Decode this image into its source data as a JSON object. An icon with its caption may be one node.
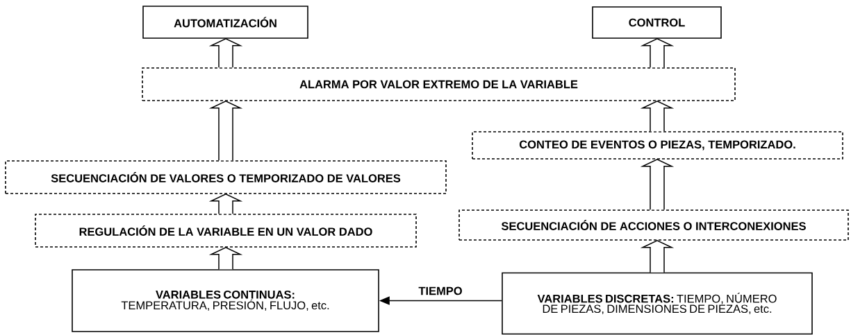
{
  "diagram": {
    "nodes": [
      {
        "text": [
          "AUTOMATIZACIÓN"
        ]
      },
      {
        "text": [
          "CONTROL"
        ]
      },
      {
        "text": [
          "ALARMA POR VALOR EXTREMO DE LA VARIABLE"
        ]
      },
      {
        "text": [
          "CONTEO DE EVENTOS O PIEZAS, TEMPORIZADO."
        ]
      },
      {
        "text": [
          "SECUENCIACIÓN DE VALORES O TEMPORIZADO DE VALORES"
        ]
      },
      {
        "text": [
          "REGULACIÓN DE LA VARIABLE EN UN VALOR DADO"
        ]
      },
      {
        "text": [
          "SECUENCIACIÓN DE ACCIONES O INTERCONEXIONES"
        ]
      },
      {
        "text": [
          "**VARIABLES CONTINUAS:** TEMPERATURA, PRESIÓN, FLUJO, etc."
        ]
      },
      {
        "text": [
          "**VARIABLES DISCRETAS:** TIEMPO, NÚMERO DE PIEZAS, DIMENSIONES DE PIEZAS, etc."
        ]
      }
    ],
    "edges": [
      {
        "from": 7,
        "to": 5,
        "arrow": "to",
        "style": "thick"
      },
      {
        "from": 5,
        "to": 4,
        "arrow": "to",
        "style": "thick"
      },
      {
        "from": 4,
        "to": 2,
        "arrow": "to",
        "style": "thick"
      },
      {
        "from": 2,
        "to": 0,
        "arrow": "to",
        "style": "thick"
      },
      {
        "from": 8,
        "to": 6,
        "arrow": "to",
        "style": "thick"
      },
      {
        "from": 6,
        "to": 3,
        "arrow": "to",
        "style": "thick"
      },
      {
        "from": 3,
        "to": 2,
        "arrow": "to",
        "style": "thick"
      },
      {
        "from": 2,
        "to": 1,
        "arrow": "to",
        "style": "thick"
      },
      {
        "from": 8,
        "to": 7,
        "arrow": "to",
        "label": "TIEMPO"
      }
    ]
  }
}
